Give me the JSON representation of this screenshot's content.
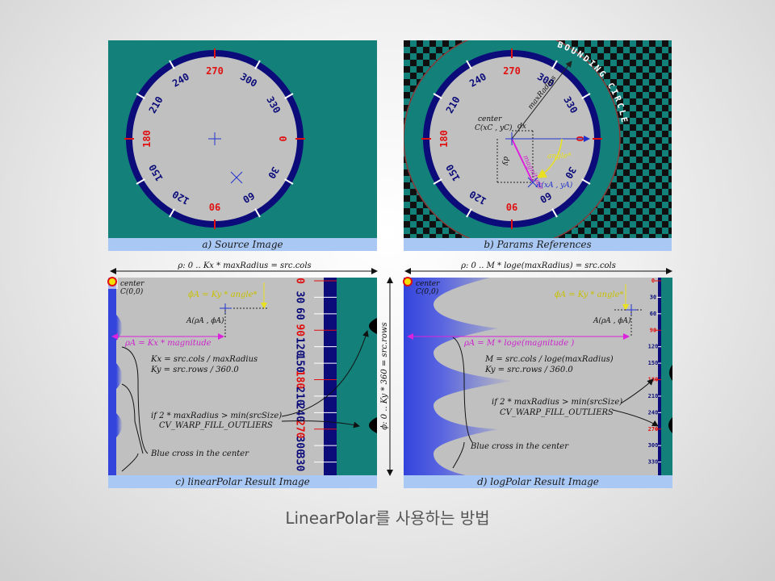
{
  "slide": {
    "title": "LinearPolar를 사용하는 방법"
  },
  "panels": {
    "a": {
      "caption": "a) Source Image"
    },
    "b": {
      "caption": "b) Params References"
    },
    "c": {
      "caption": "c) linearPolar Result Image"
    },
    "d": {
      "caption": "d) logPolar Result Image"
    }
  },
  "dial": {
    "angles": [
      "0",
      "30",
      "60",
      "90",
      "120",
      "150",
      "180",
      "210",
      "240",
      "270",
      "300",
      "330"
    ],
    "colors": {
      "teal": "#14807a",
      "ring": "#0b0b7a",
      "disk": "#c0c0c0",
      "red": "#e01010"
    }
  },
  "params": {
    "bounding_circle": "BOUNDING CIRCLE",
    "max_radius": "maxRadius",
    "center": "center",
    "center_coords": "C(xC , yC)",
    "dx": "dx",
    "dy": "dy",
    "angle": "angle*",
    "magnitude": "magnitude",
    "point_a": "A(xA , yA)"
  },
  "linear": {
    "top_axis": "ρ: 0 .. Kx * maxRadius = src.cols",
    "side_axis": "ϕ: 0 .. Ky * 360 = src.rows",
    "center": "center",
    "center_coords": "C(0,0)",
    "phi_formula": "ϕA = Ky * angle*",
    "point_a": "A(ρA , ϕA)",
    "rho_formula": "ρA = Kx * magnitude",
    "kx": "Kx = src.cols / maxRadius",
    "ky": "Ky = src.rows / 360.0",
    "if_line": "if 2 * maxRadius > min(srcSize)",
    "flag": "CV_WARP_FILL_OUTLIERS",
    "blue_cross": "Blue cross in the center"
  },
  "logpolar": {
    "top_axis": "ρ: 0 .. M * loge(maxRadius) = src.cols",
    "center": "center",
    "center_coords": "C(0,0)",
    "phi_formula": "ϕA = Ky * angle*",
    "point_a": "A(ρA , ϕA)",
    "rho_formula": "ρA = M * loge(magnitude )",
    "m": "M = src.cols / loge(maxRadius)",
    "ky": "Ky = src.rows / 360.0",
    "if_line": "if 2 * maxRadius > min(srcSize)",
    "flag": "CV_WARP_FILL_OUTLIERS",
    "blue_cross": "Blue cross in the center"
  }
}
